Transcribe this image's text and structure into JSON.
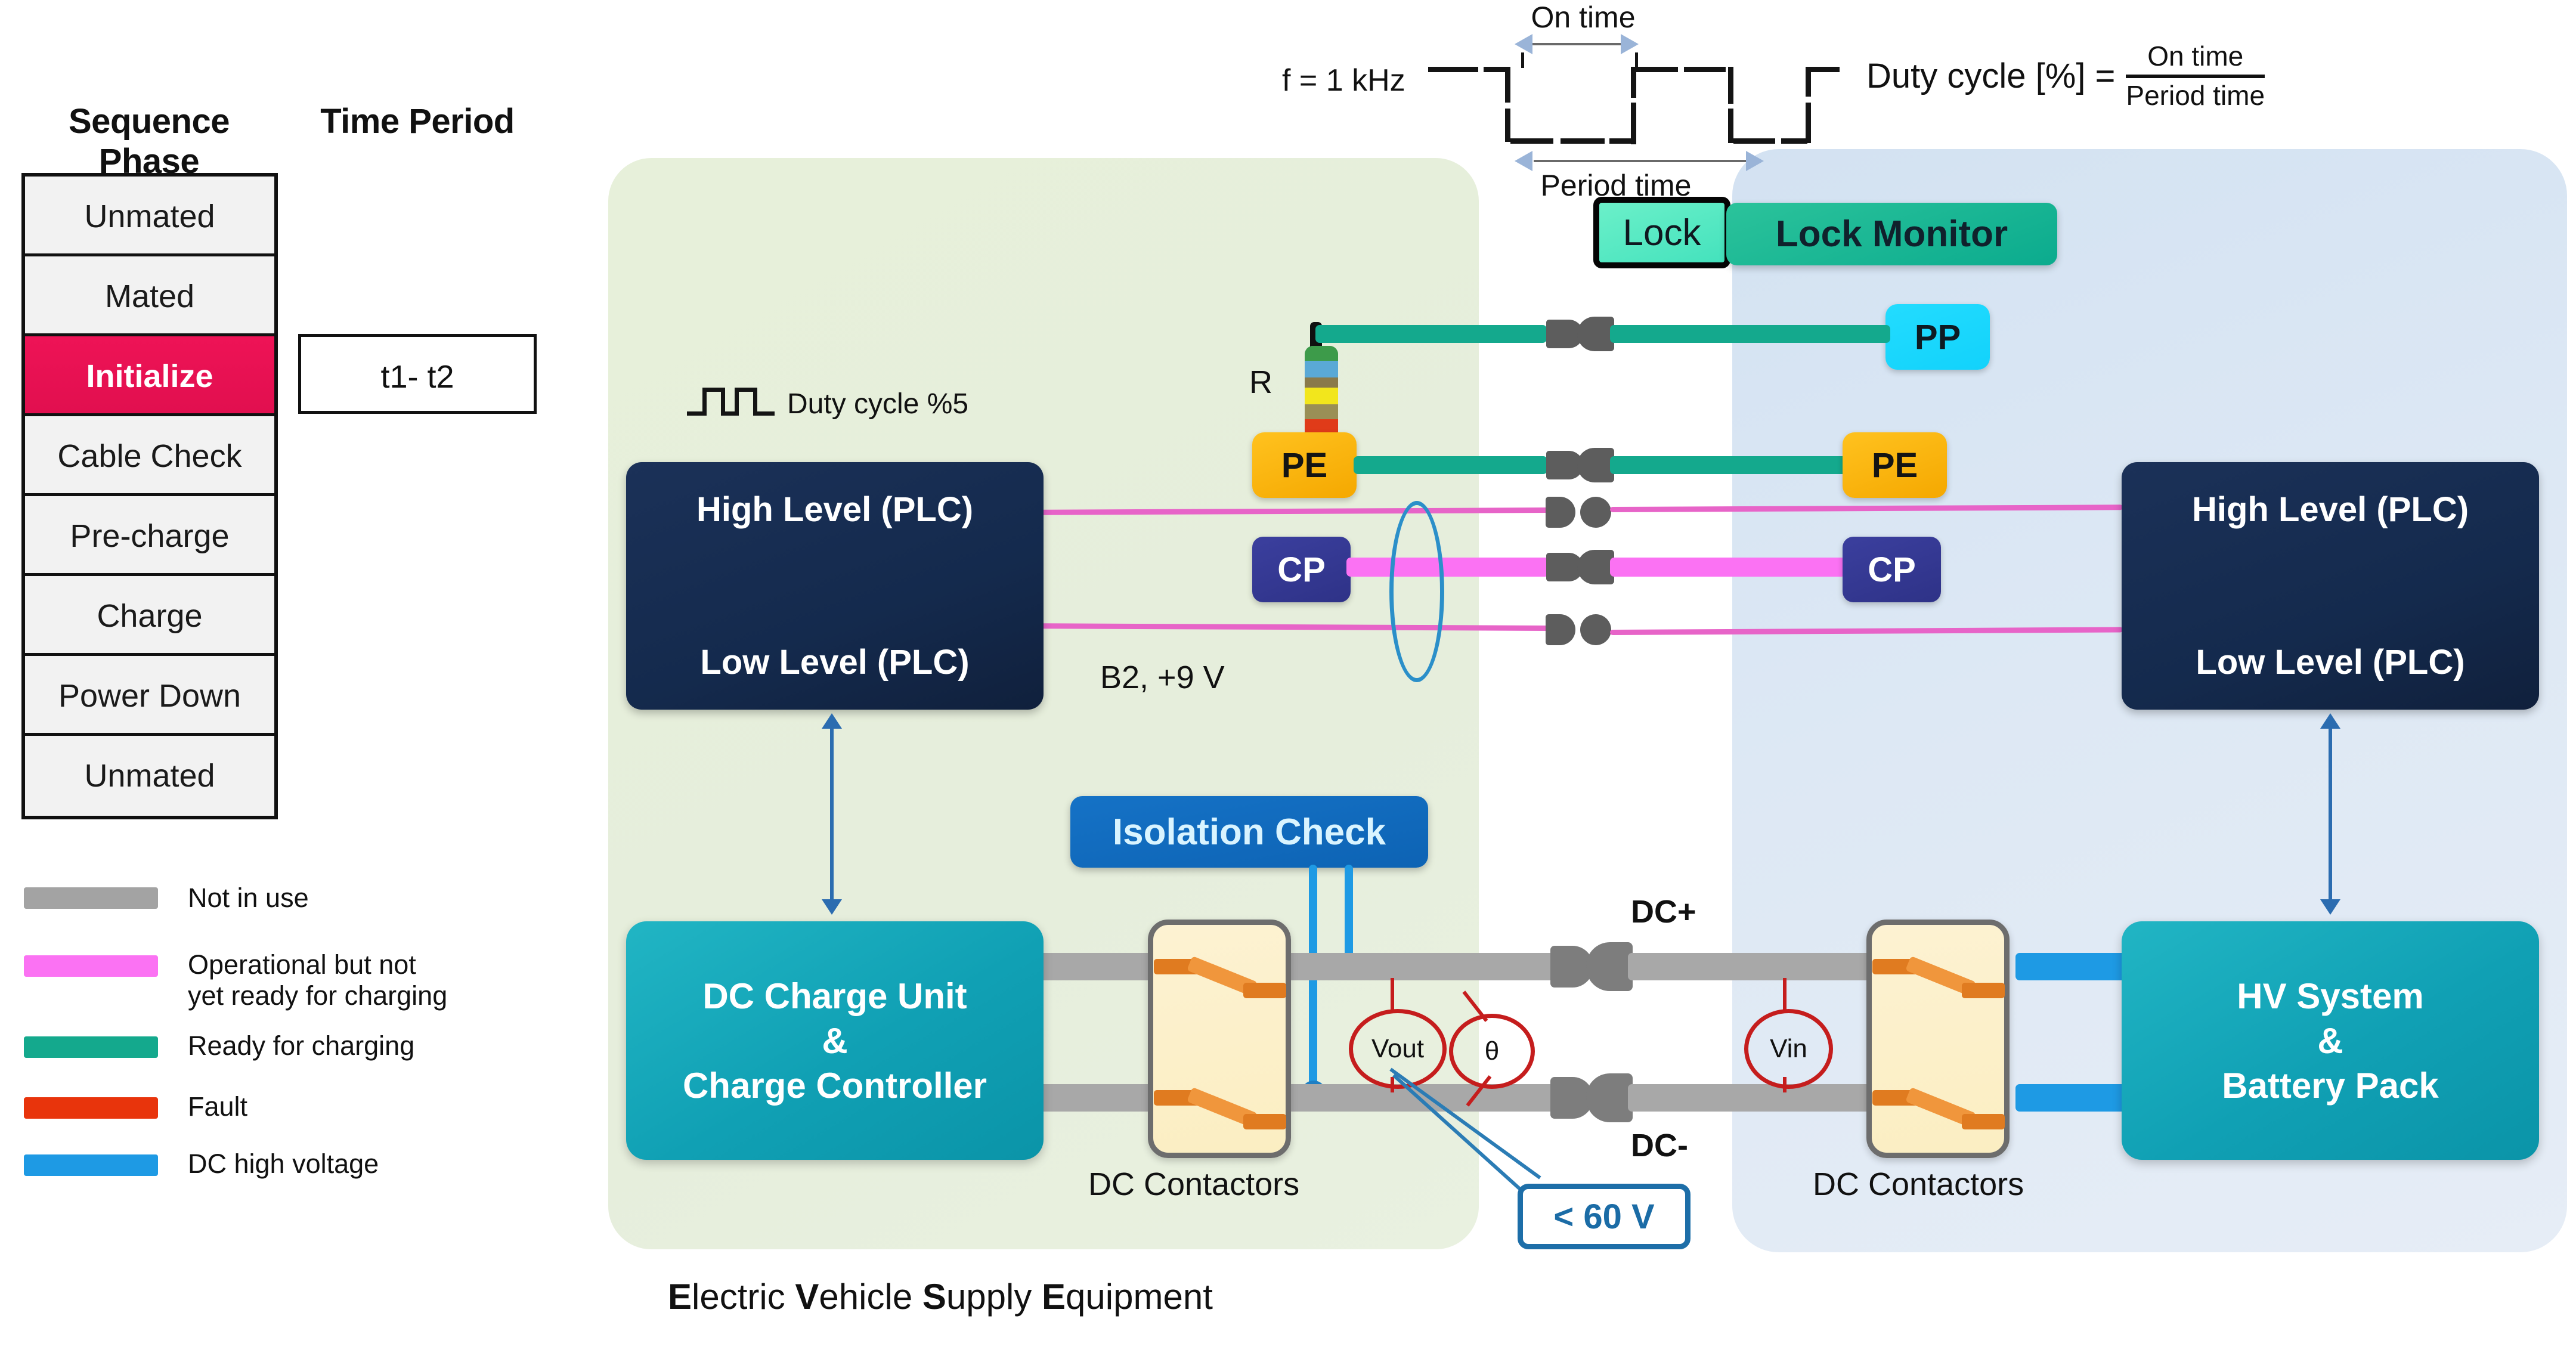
{
  "table": {
    "headers": {
      "sequence_phase": "Sequence Phase",
      "time_period": "Time Period"
    },
    "phases": [
      {
        "label": "Unmated",
        "active": false
      },
      {
        "label": "Mated",
        "active": false
      },
      {
        "label": "Initialize",
        "active": true
      },
      {
        "label": "Cable Check",
        "active": false
      },
      {
        "label": "Pre-charge",
        "active": false
      },
      {
        "label": "Charge",
        "active": false
      },
      {
        "label": "Power Down",
        "active": false
      },
      {
        "label": "Unmated",
        "active": false
      }
    ],
    "time_period_value": "t1- t2"
  },
  "legend": {
    "items": [
      {
        "label": "Not in use",
        "color": "#a3a3a3"
      },
      {
        "label": "Operational but not\nyet ready for charging",
        "color": "#fb72f3"
      },
      {
        "label": "Ready for charging",
        "color": "#14a98d"
      },
      {
        "label": "Fault",
        "color": "#e8340c"
      },
      {
        "label": "DC high voltage",
        "color": "#1e9ae4"
      }
    ]
  },
  "pwm": {
    "frequency": "f = 1 kHz",
    "on_time_label": "On time",
    "period_time_label": "Period time"
  },
  "formula": {
    "lhs": "Duty cycle [%] =",
    "numerator": "On time",
    "denominator": "Period time"
  },
  "evse": {
    "panel_caption_parts": [
      "E",
      "lectric ",
      "V",
      "ehicle ",
      "S",
      "upply ",
      "E",
      "quipment"
    ],
    "duty_cycle_note": "Duty cycle %5",
    "plc_high": "High Level (PLC)",
    "plc_low": "Low Level (PLC)",
    "charge_unit_line1": "DC Charge Unit",
    "charge_unit_line2": "&",
    "charge_unit_line3": "Charge Controller",
    "isolation_check": "Isolation Check",
    "contactors_label": "DC Contactors",
    "pe_label": "PE",
    "cp_label": "CP",
    "resistor_label": "R",
    "b2_label": "B2, +9 V",
    "lock_label": "Lock"
  },
  "ev": {
    "lock_monitor": "Lock Monitor",
    "pp_label": "PP",
    "pe_label": "PE",
    "cp_label": "CP",
    "plc_high": "High Level (PLC)",
    "plc_low": "Low Level (PLC)",
    "hv_line1": "HV System",
    "hv_line2": "&",
    "hv_line3": "Battery  Pack",
    "contactors_label": "DC Contactors"
  },
  "rails": {
    "dc_plus": "DC+",
    "dc_minus": "DC-",
    "vout": "Vout",
    "theta": "θ",
    "vin": "Vin",
    "voltage_callout": "< 60 V"
  },
  "colors": {
    "fault_red": "#ee1356",
    "ready_green": "#14a98d",
    "operational_pink": "#fb72f3",
    "dc_hv_blue": "#1e9ae4",
    "not_in_use_gray": "#a3a3a3",
    "evse_panel": "#e7f0da",
    "ev_panel": "#d3e2f2"
  }
}
